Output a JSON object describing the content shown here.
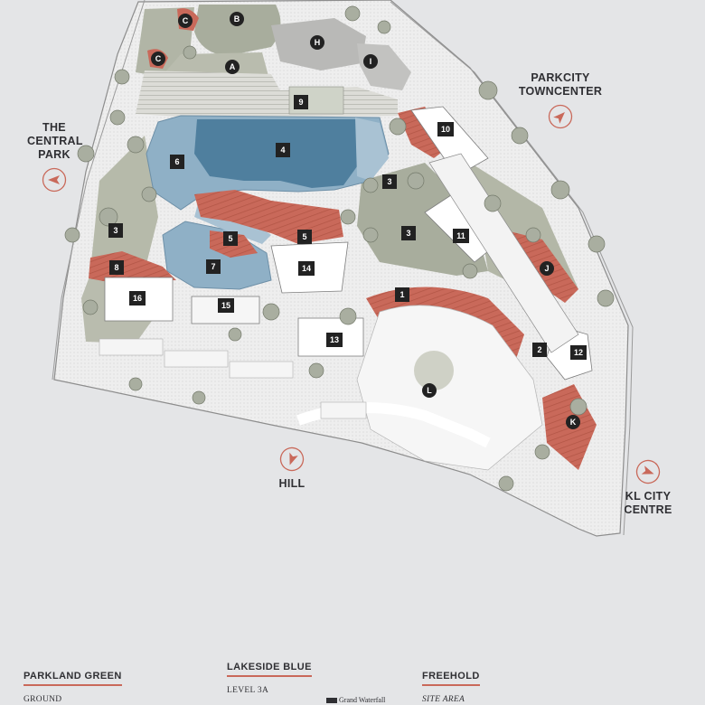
{
  "directions": {
    "central_park": [
      "THE",
      "CENTRAL",
      "PARK"
    ],
    "parkcity": [
      "PARKCITY",
      "TOWNCENTER"
    ],
    "hill": [
      "HILL"
    ],
    "klcc": [
      "KL CITY",
      "CENTRE"
    ]
  },
  "markers": {
    "numbered": [
      "1",
      "2",
      "3",
      "3",
      "3",
      "4",
      "5",
      "5",
      "6",
      "7",
      "8",
      "9",
      "10",
      "11",
      "12",
      "13",
      "14",
      "15",
      "16"
    ],
    "lettered": [
      "A",
      "B",
      "C",
      "C",
      "H",
      "I",
      "J",
      "K",
      "L"
    ]
  },
  "legend": {
    "parkland": {
      "title": "PARKLAND GREEN",
      "sub": "GROUND"
    },
    "lakeside": {
      "title": "LAKESIDE BLUE",
      "sub": "LEVEL 3A",
      "note": "Grand Waterfall"
    },
    "freehold": {
      "title": "FREEHOLD",
      "sub": "SITE AREA"
    }
  },
  "colors": {
    "background": "#e4e5e7",
    "lawn": "#a8ad9d",
    "water": "#8fb0c6",
    "deep_water": "#4f7f9e",
    "deck": "#c9695a",
    "plaza": "#f1f1f1",
    "marker": "#222222",
    "accent": "#c9695a"
  },
  "icons": [
    "compass-arrow-icon",
    "tree-icon",
    "waterfall-icon"
  ]
}
